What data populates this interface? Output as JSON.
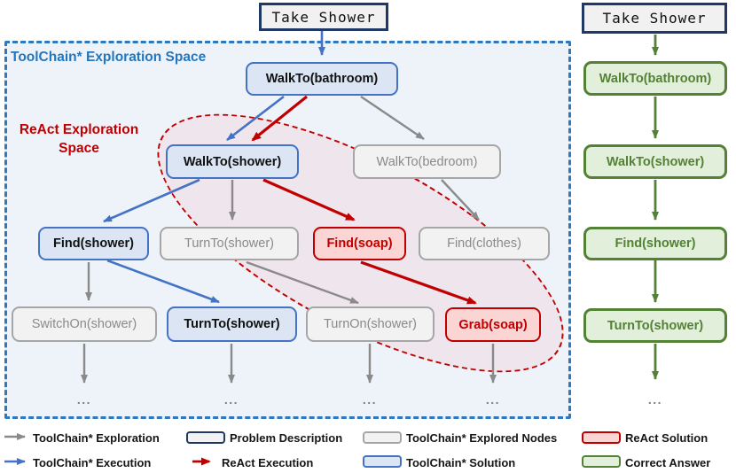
{
  "colors": {
    "panel_border_blue": "#2e78bd",
    "node_blue_border": "#4472c4",
    "node_blue_fill": "#dbe5f3",
    "node_gray_border": "#a6a6a6",
    "node_gray_fill": "#f2f2f2",
    "node_gray_text": "#8a8a8a",
    "node_red_border": "#c00000",
    "node_red_fill": "#fbd5d3",
    "node_green_border": "#538135",
    "node_green_fill": "#e2efda",
    "problem_border_navy": "#1f3864",
    "arrow_gray": "#8a8a8a",
    "arrow_blue": "#4472c4",
    "arrow_red": "#c00000",
    "arrow_green": "#538135"
  },
  "labels": {
    "toolchain_space": "ToolChain* Exploration Space",
    "react_space_line1": "ReAct Exploration",
    "react_space_line2": "Space",
    "ellipsis": "..."
  },
  "problem_left": {
    "title": "Take Shower"
  },
  "tree": {
    "nodes": [
      {
        "label": "WalkTo(bathroom)",
        "style": "toolchain-solution"
      },
      {
        "label": "WalkTo(shower)",
        "style": "toolchain-solution"
      },
      {
        "label": "WalkTo(bedroom)",
        "style": "explored"
      },
      {
        "label": "Find(shower)",
        "style": "toolchain-solution"
      },
      {
        "label": "TurnTo(shower)",
        "style": "explored"
      },
      {
        "label": "Find(soap)",
        "style": "react-solution"
      },
      {
        "label": "Find(clothes)",
        "style": "explored"
      },
      {
        "label": "SwitchOn(shower)",
        "style": "explored"
      },
      {
        "label": "TurnTo(shower)",
        "style": "toolchain-solution"
      },
      {
        "label": "TurnOn(shower)",
        "style": "explored"
      },
      {
        "label": "Grab(soap)",
        "style": "react-solution"
      }
    ]
  },
  "right_column": {
    "title": "Take Shower",
    "nodes": [
      {
        "label": "WalkTo(bathroom)"
      },
      {
        "label": "WalkTo(shower)"
      },
      {
        "label": "Find(shower)"
      },
      {
        "label": "TurnTo(shower)"
      }
    ]
  },
  "legend": {
    "row1": [
      {
        "kind": "arrow",
        "style": "gray",
        "label": "ToolChain* Exploration"
      },
      {
        "kind": "swatch",
        "style": "navy",
        "label": "Problem Description"
      },
      {
        "kind": "swatch",
        "style": "gray",
        "label": "ToolChain* Explored Nodes"
      },
      {
        "kind": "swatch",
        "style": "red",
        "label": "ReAct Solution"
      }
    ],
    "row2": [
      {
        "kind": "arrow",
        "style": "blue",
        "label": "ToolChain* Execution"
      },
      {
        "kind": "arrow",
        "style": "red",
        "label": "ReAct Execution"
      },
      {
        "kind": "swatch",
        "style": "blue",
        "label": "ToolChain* Solution"
      },
      {
        "kind": "swatch",
        "style": "green",
        "label": "Correct Answer"
      }
    ]
  }
}
